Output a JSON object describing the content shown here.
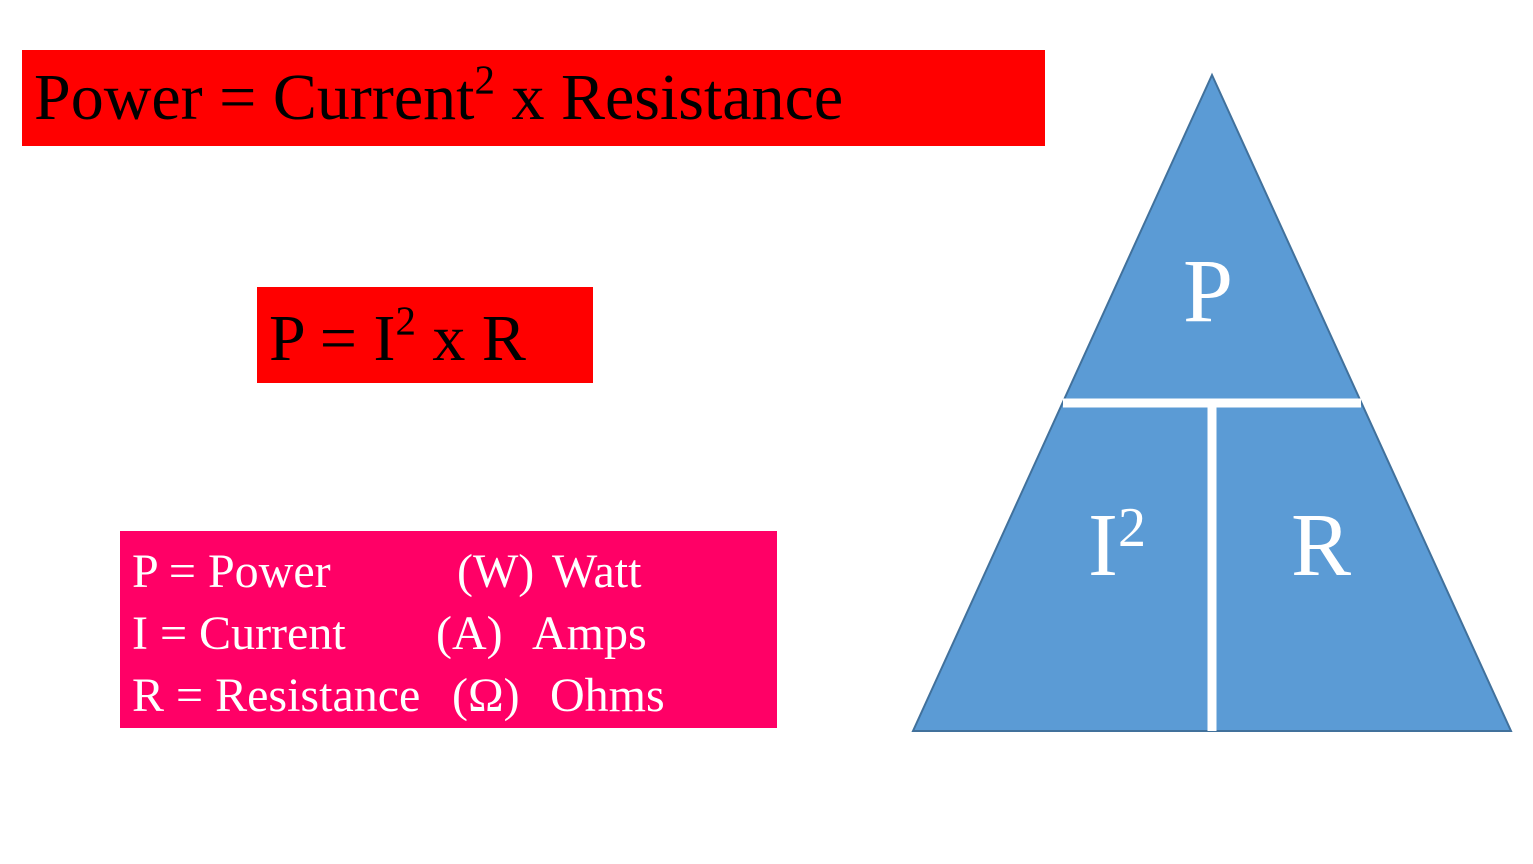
{
  "formula_words": {
    "base": "Power = Current",
    "exponent": "2",
    "rest": " x Resistance"
  },
  "formula_symbols": {
    "base": "P = I",
    "exponent": "2",
    "rest": " x R"
  },
  "legend": {
    "rows": [
      {
        "definition": "P = Power",
        "unit_symbol": "(W)",
        "unit_name": "Watt"
      },
      {
        "definition": "I = Current",
        "unit_symbol": "(A)",
        "unit_name": "Amps"
      },
      {
        "definition": "R = Resistance",
        "unit_symbol": "(Ω)",
        "unit_name": "Ohms"
      }
    ]
  },
  "triangle": {
    "top_label": "P",
    "bottom_left_label": "I",
    "bottom_left_exponent": "2",
    "bottom_right_label": "R"
  },
  "colors": {
    "formula_box": "#ff0000",
    "legend_box": "#ff0066",
    "triangle_fill": "#5b9bd5",
    "triangle_stroke": "#41719c",
    "divider": "#ffffff"
  }
}
